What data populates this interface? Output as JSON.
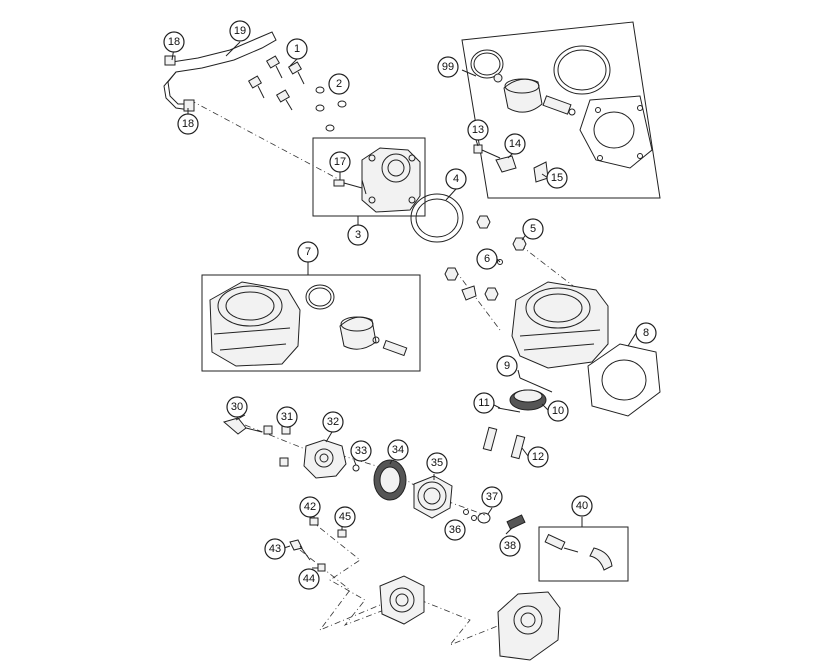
{
  "callouts": [
    {
      "id": "c1",
      "label": "1"
    },
    {
      "id": "c2",
      "label": "2"
    },
    {
      "id": "c3",
      "label": "3"
    },
    {
      "id": "c4",
      "label": "4"
    },
    {
      "id": "c5",
      "label": "5"
    },
    {
      "id": "c6",
      "label": "6"
    },
    {
      "id": "c7",
      "label": "7"
    },
    {
      "id": "c8",
      "label": "8"
    },
    {
      "id": "c9",
      "label": "9"
    },
    {
      "id": "c10",
      "label": "10"
    },
    {
      "id": "c11",
      "label": "11"
    },
    {
      "id": "c12",
      "label": "12"
    },
    {
      "id": "c13",
      "label": "13"
    },
    {
      "id": "c14",
      "label": "14"
    },
    {
      "id": "c15",
      "label": "15"
    },
    {
      "id": "c17",
      "label": "17"
    },
    {
      "id": "c18a",
      "label": "18"
    },
    {
      "id": "c18b",
      "label": "18"
    },
    {
      "id": "c19",
      "label": "19"
    },
    {
      "id": "c30",
      "label": "30"
    },
    {
      "id": "c31",
      "label": "31"
    },
    {
      "id": "c32",
      "label": "32"
    },
    {
      "id": "c33",
      "label": "33"
    },
    {
      "id": "c34",
      "label": "34"
    },
    {
      "id": "c35",
      "label": "35"
    },
    {
      "id": "c36",
      "label": "36"
    },
    {
      "id": "c37",
      "label": "37"
    },
    {
      "id": "c38",
      "label": "38"
    },
    {
      "id": "c40",
      "label": "40"
    },
    {
      "id": "c42",
      "label": "42"
    },
    {
      "id": "c43",
      "label": "43"
    },
    {
      "id": "c44",
      "label": "44"
    },
    {
      "id": "c45",
      "label": "45"
    },
    {
      "id": "c99",
      "label": "99"
    }
  ]
}
